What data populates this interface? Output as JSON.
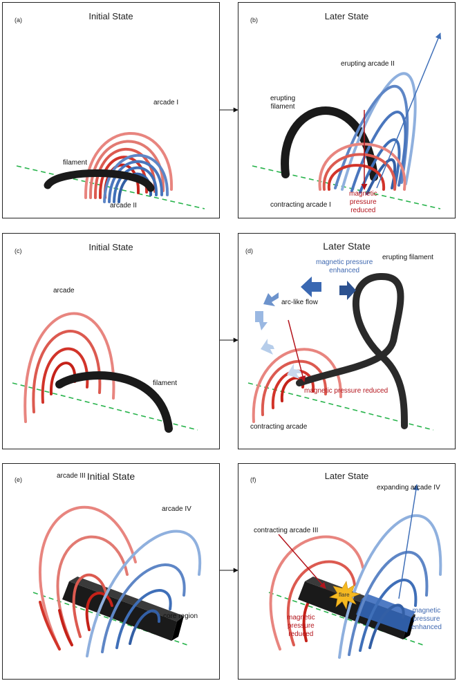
{
  "panels": {
    "a": {
      "label": "(a)",
      "title": "Initial State",
      "filament": "filament",
      "arcade1": "arcade I",
      "arcade2": "arcade II"
    },
    "b": {
      "label": "(b)",
      "title": "Later State",
      "erupting_filament": "erupting\nfilament",
      "erupting_arcade2": "erupting arcade II",
      "contracting_arcade1": "contracting arcade I",
      "mag_reduced": "magnetic\npressure\nreduced"
    },
    "c": {
      "label": "(c)",
      "title": "Initial State",
      "arcade": "arcade",
      "filament": "filament"
    },
    "d": {
      "label": "(d)",
      "title": "Later State",
      "erupting_filament": "erupting filament",
      "mag_enhanced": "magnetic pressure\nenhanced",
      "arc_flow": "arc-like flow",
      "mag_reduced": "magnetic pressure reduced",
      "contracting_arcade": "contracting arcade"
    },
    "e": {
      "label": "(e)",
      "title": "Initial State",
      "arcade3": "arcade III",
      "arcade4": "arcade IV",
      "core": "core region"
    },
    "f": {
      "label": "(f)",
      "title": "Later State",
      "expanding_arcade4": "expanding arcade IV",
      "contracting_arcade3": "contracting arcade III",
      "flare": "flare",
      "mag_reduced": "magnetic\npressure\nreduced",
      "mag_enhanced": "magnetic\npressure\nenhanced"
    }
  },
  "colors": {
    "red": "#d2342a",
    "red_light": "#e8857f",
    "blue": "#3f6fb8",
    "blue_light": "#8fb0de",
    "filament": "#1a1a1a",
    "neutral_line": "#27b34b",
    "text_red": "#b3141c",
    "text_blue": "#3f68b0"
  }
}
